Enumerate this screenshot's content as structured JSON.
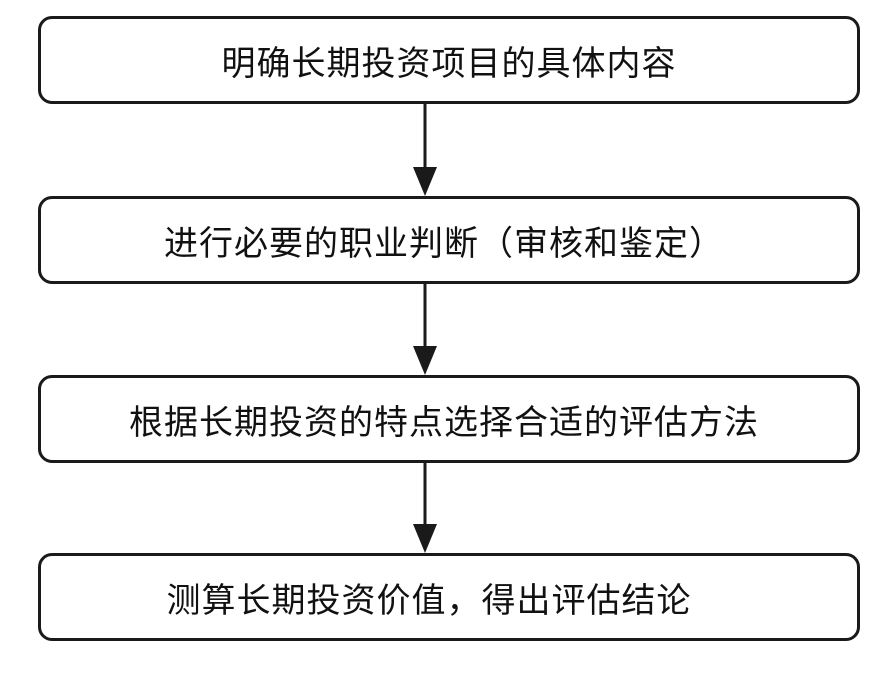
{
  "flowchart": {
    "steps": [
      {
        "label": "明确长期投资项目的具体内容"
      },
      {
        "label": "进行必要的职业判断（审核和鉴定）"
      },
      {
        "label": "根据长期投资的特点选择合适的评估方法"
      },
      {
        "label": "测算长期投资价值，得出评估结论"
      }
    ],
    "connections": [
      {
        "from": 0,
        "to": 1
      },
      {
        "from": 1,
        "to": 2
      },
      {
        "from": 2,
        "to": 3
      }
    ],
    "colors": {
      "stroke": "#1a1a1a",
      "background": "#ffffff"
    }
  }
}
